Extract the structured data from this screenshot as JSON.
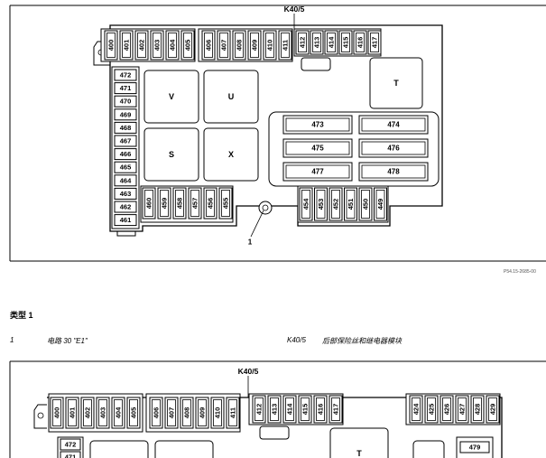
{
  "diagram1": {
    "module_label": "K40/5",
    "top_left_fuses": [
      "400",
      "401",
      "402",
      "403",
      "404",
      "405"
    ],
    "top_mid_fuses": [
      "406",
      "407",
      "408",
      "409",
      "410",
      "411"
    ],
    "top_right_fuses": [
      "412",
      "413",
      "414",
      "415",
      "416",
      "417"
    ],
    "left_column_fuses": [
      "472",
      "471",
      "470",
      "469",
      "468",
      "467",
      "466",
      "465",
      "464",
      "463",
      "462",
      "461"
    ],
    "relays": [
      "V",
      "U",
      "S",
      "X",
      "T"
    ],
    "maxi_fuses": [
      "473",
      "474",
      "475",
      "476",
      "477",
      "478"
    ],
    "bottom_left_fuses": [
      "460",
      "459",
      "458",
      "457",
      "456",
      "455"
    ],
    "bottom_right_fuses": [
      "454",
      "453",
      "452",
      "451",
      "450",
      "449"
    ],
    "callout": "1"
  },
  "figure_id": "P54.15-2685-00",
  "type_heading": "类型 1",
  "legend": [
    {
      "num": "1",
      "text": "电路 30 \"E1\""
    },
    {
      "num": "K40/5",
      "text": "后部保险丝和继电器模块"
    }
  ],
  "diagram2": {
    "module_label": "K40/5",
    "top_left_fuses": [
      "400",
      "401",
      "402",
      "403",
      "404",
      "405"
    ],
    "top_mid_fuses": [
      "406",
      "407",
      "408",
      "409",
      "410",
      "411"
    ],
    "top_right_fuses": [
      "412",
      "413",
      "414",
      "415",
      "416",
      "417"
    ],
    "top_far_fuses": [
      "424",
      "425",
      "426",
      "427",
      "428",
      "429"
    ],
    "left_column_fuses": [
      "472",
      "471"
    ],
    "relay": "T",
    "right_fuse": "479"
  }
}
